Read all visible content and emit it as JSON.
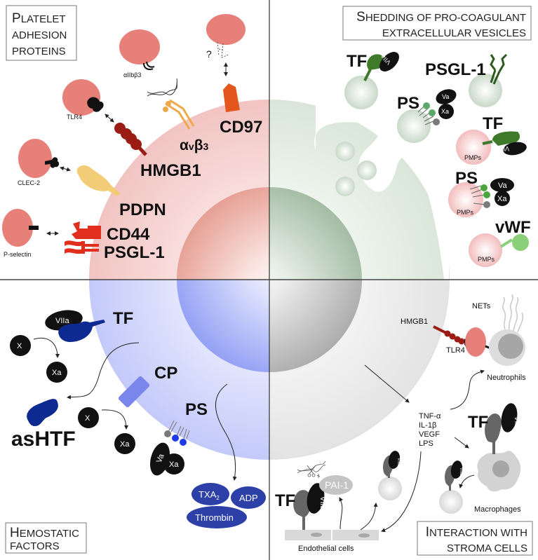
{
  "quadrants": {
    "top_left": {
      "title_lines": [
        "P|LATELET",
        "ADHESION",
        "PROTEINS"
      ],
      "title_first": "P",
      "title_first_rest": "LATELET",
      "title_line2": "ADHESION",
      "title_line3": "PROTEINS",
      "color": "#e8807a",
      "receptors": {
        "aIIbB3": "αIIbβ3",
        "tlr4": "TLR4",
        "clec2": "CLEC-2",
        "pselectin": "P-selectin",
        "question": "?"
      },
      "ligands": {
        "cd97": "CD97",
        "avb3_a": "α",
        "avb3_v": "v",
        "avb3_b": "β",
        "avb3_3": "3",
        "hmgb1": "HMGB1",
        "pdpn": "PDPN",
        "cd44": "CD44",
        "psgl1": "PSGL-1"
      }
    },
    "top_right": {
      "title_first": "S",
      "title_line1_rest": "HEDDING OF PRO-COAGULANT",
      "title_line2": "EXTRACELLULAR VESICLES",
      "color": "#8fb08f",
      "labels": {
        "tf1": "TF",
        "viia1": "VIIa",
        "psgl1": "PSGL-1",
        "ps1": "PS",
        "va1": "Va",
        "xa1": "Xa",
        "tf2": "TF",
        "viia2": "VIIa",
        "pmps1": "PMPs",
        "ps2": "PS",
        "va2": "Va",
        "xa2": "Xa",
        "pmps2": "PMPs",
        "vwf": "vWF",
        "pmps3": "PMPs"
      }
    },
    "bottom_left": {
      "title_first": "H",
      "title_line1_rest": "EMOSTATIC",
      "title_line2": "FACTORS",
      "color": "#6f7fe8",
      "labels": {
        "tf": "TF",
        "viia": "VIIa",
        "x1": "X",
        "xa1": "Xa",
        "ashtf": "asHTF",
        "cp": "CP",
        "x2": "X",
        "xa2": "Xa",
        "ps": "PS",
        "va": "Va",
        "xa3": "Xa",
        "txa2": "TXA",
        "txa2_sub": "2",
        "adp": "ADP",
        "thrombin": "Thrombin"
      }
    },
    "bottom_right": {
      "title_first": "I",
      "title_line1_rest": "NTERACTION WITH",
      "title_line2": "STROMA CELLS",
      "color": "#9a9a9a",
      "labels": {
        "hmgb1": "HMGB1",
        "tlr4": "TLR4",
        "nets": "NETs",
        "neutrophils": "Neutrophils",
        "cytokines": [
          "TNF-α",
          "IL-1β",
          "VEGF",
          "LPS"
        ],
        "tf_mac": "TF",
        "viia_mac": "VIIa",
        "viia_ves": "VIIa",
        "macrophages": "Macrophages",
        "pai1": "PAI-1",
        "tf_endo": "TF",
        "viia_endo": "VIIa",
        "viia_ves2": "VIIa",
        "endothelial": "Endothelial cells"
      }
    }
  }
}
